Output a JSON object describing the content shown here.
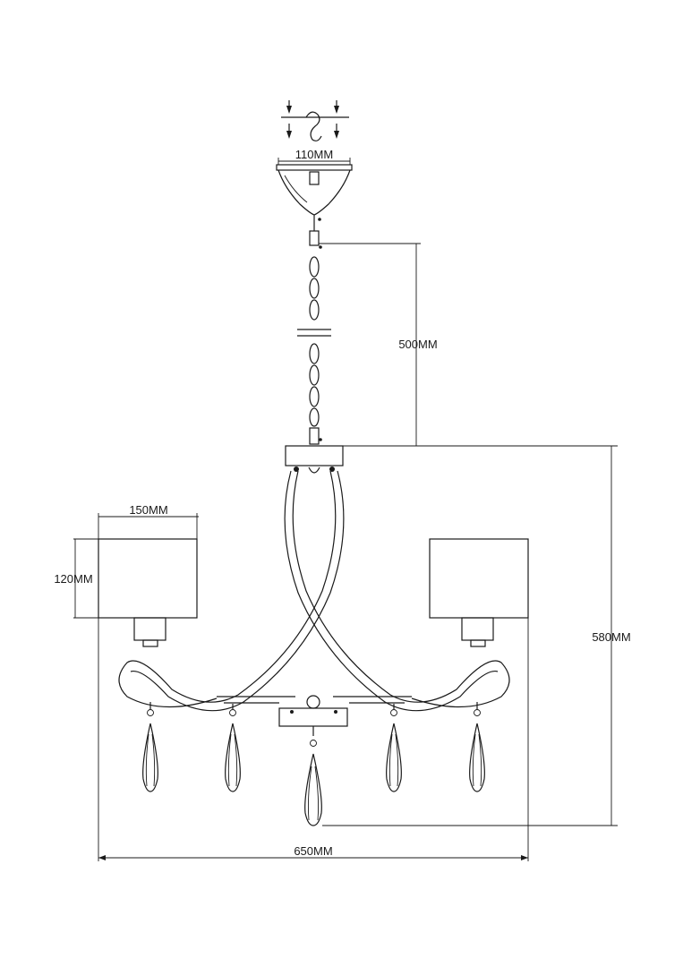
{
  "diagram": {
    "subject": "chandelier",
    "dimensions": {
      "canopy_width": "110MM",
      "chain_length": "500MM",
      "total_height": "580MM",
      "shade_width": "150MM",
      "shade_height": "120MM",
      "total_width": "650MM"
    },
    "colors": {
      "line": "#1a1a1a",
      "background": "#ffffff"
    },
    "icons": [
      "screw-icon",
      "ceiling-hook-icon"
    ]
  }
}
